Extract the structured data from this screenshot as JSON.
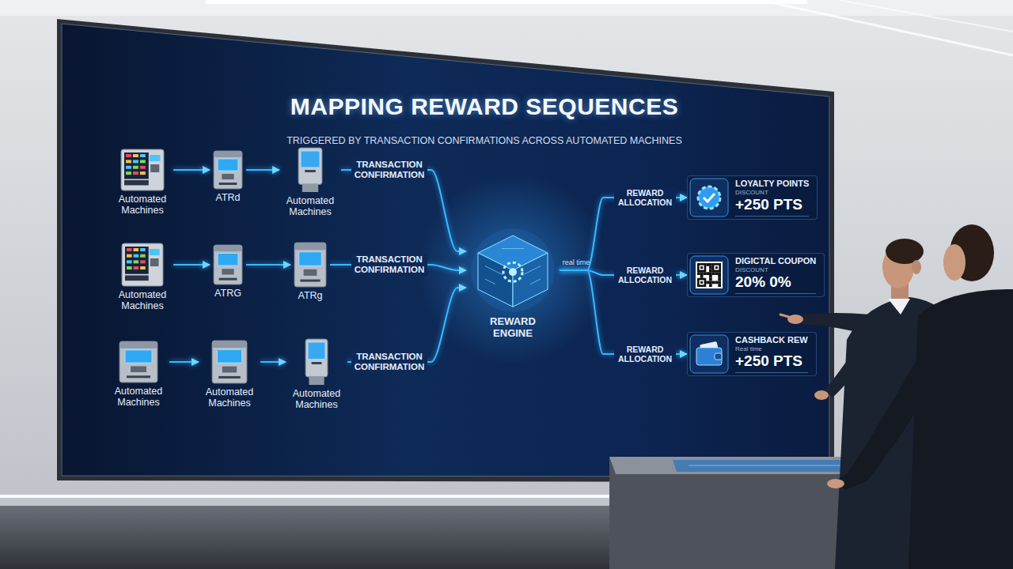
{
  "diagram": {
    "title": "MAPPING REWARD SEQUENCES",
    "nodes": [
      {
        "text": [
          "Automated Machines"
        ]
      },
      {
        "text": [
          "ATRd"
        ]
      },
      {
        "text": [
          "Automated Machines"
        ]
      },
      {
        "text": [
          "Automated Machines"
        ]
      },
      {
        "text": [
          "ATRG"
        ]
      },
      {
        "text": [
          "ATRg"
        ]
      },
      {
        "text": [
          "Automated Machines"
        ]
      },
      {
        "text": [
          "Automated Machines"
        ]
      },
      {
        "text": [
          "Automated Machines"
        ]
      },
      {
        "text": [
          "REWARD ENGINE"
        ]
      },
      {
        "text": [
          "LOYALTY POINTS",
          "DISCOUNT",
          "+250 PTS"
        ]
      },
      {
        "text": [
          "DIGICTAL COUPON",
          "DISCOUNT",
          "20% 0%"
        ]
      },
      {
        "text": [
          "CASHBACK REW",
          "Real time",
          "+250 PTS"
        ]
      }
    ],
    "edges": [
      {
        "from": 0,
        "to": 1,
        "arrow": "to"
      },
      {
        "from": 1,
        "to": 2,
        "arrow": "to"
      },
      {
        "from": 2,
        "to": 9,
        "label": "TRANSACTION CONFIRMATION",
        "arrow": "to"
      },
      {
        "from": 3,
        "to": 4,
        "arrow": "to"
      },
      {
        "from": 4,
        "to": 5,
        "arrow": "to"
      },
      {
        "from": 5,
        "to": 9,
        "label": "TRANSACTION CONFIRMATION",
        "arrow": "to"
      },
      {
        "from": 6,
        "to": 7,
        "arrow": "to"
      },
      {
        "from": 7,
        "to": 8,
        "arrow": "to"
      },
      {
        "from": 8,
        "to": 9,
        "label": "TRANSACTION CONFIRMATION",
        "arrow": "to"
      },
      {
        "from": 9,
        "to": 10,
        "label": "REWARD ALLOCATION",
        "arrow": "to"
      },
      {
        "from": 9,
        "to": 11,
        "label": "REWARD ALLOCATION",
        "arrow": "to"
      },
      {
        "from": 9,
        "to": 12,
        "label": "REWARD ALLOCATION",
        "arrow": "to"
      }
    ],
    "labels": [
      "TRIGGERED BY TRANSACTION CONFIRMATIONS ACROSS AUTOMATED MACHINES",
      "real time"
    ]
  }
}
